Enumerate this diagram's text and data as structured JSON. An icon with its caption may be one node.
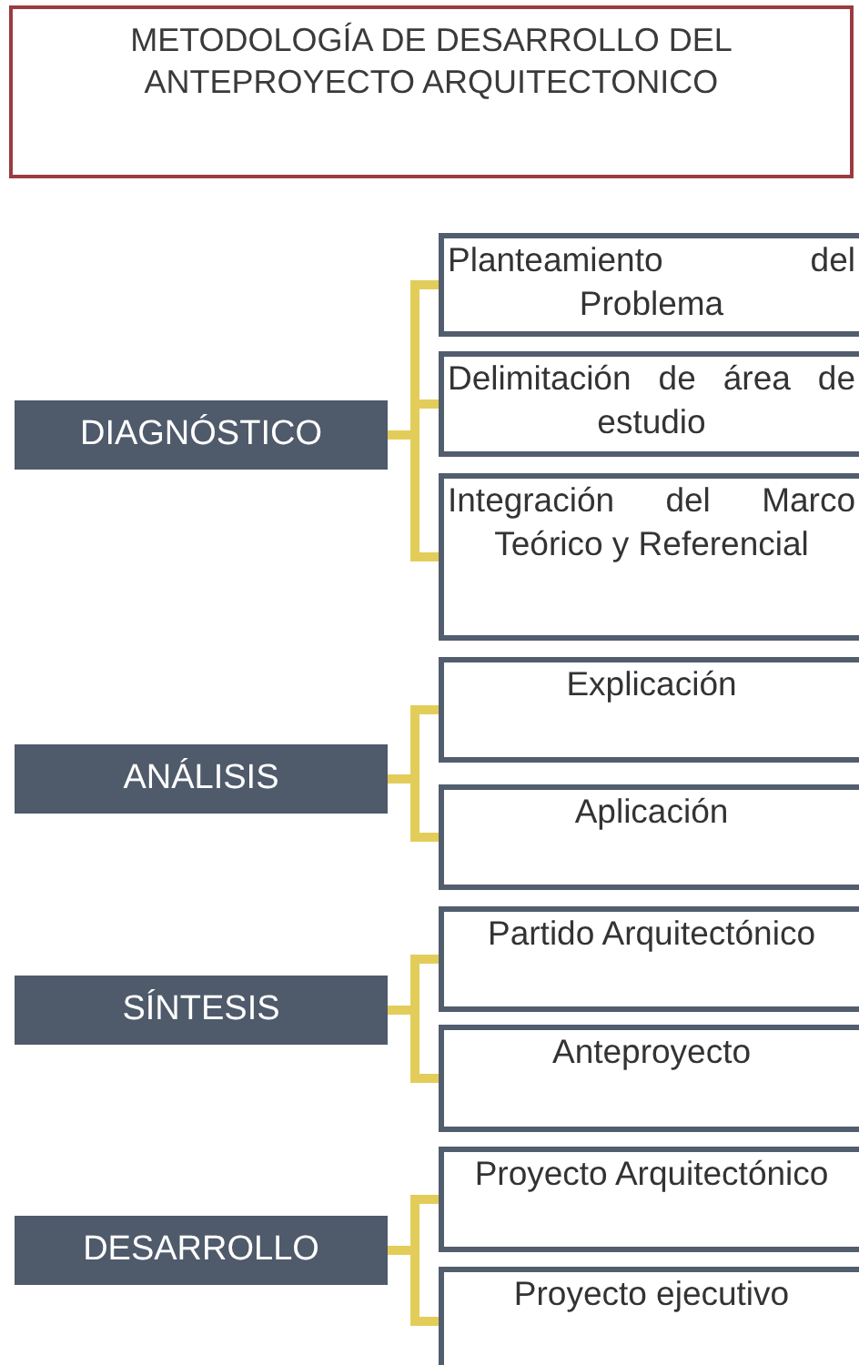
{
  "diagram": {
    "nodes": [
      {
        "text": [
          "METODOLOGÍA DE DESARROLLO DEL ANTEPROYECTO ARQUITECTONICO"
        ]
      },
      {
        "text": [
          "DIAGNÓSTICO"
        ]
      },
      {
        "text": [
          "Planteamiento del Problema"
        ]
      },
      {
        "text": [
          "Delimitación de área de estudio"
        ]
      },
      {
        "text": [
          "Integración del Marco Teórico y Referencial"
        ]
      },
      {
        "text": [
          "ANÁLISIS"
        ]
      },
      {
        "text": [
          "Explicación"
        ]
      },
      {
        "text": [
          "Aplicación"
        ]
      },
      {
        "text": [
          "SÍNTESIS"
        ]
      },
      {
        "text": [
          "Partido Arquitectónico"
        ]
      },
      {
        "text": [
          "Anteproyecto"
        ]
      },
      {
        "text": [
          "DESARROLLO"
        ]
      },
      {
        "text": [
          "Proyecto Arquitectónico"
        ]
      },
      {
        "text": [
          "Proyecto ejecutivo"
        ]
      }
    ],
    "edges": [
      {
        "from": 1,
        "to": 2,
        "arrow": "none"
      },
      {
        "from": 1,
        "to": 3,
        "arrow": "none"
      },
      {
        "from": 1,
        "to": 4,
        "arrow": "none"
      },
      {
        "from": 5,
        "to": 6,
        "arrow": "none"
      },
      {
        "from": 5,
        "to": 7,
        "arrow": "none"
      },
      {
        "from": 8,
        "to": 9,
        "arrow": "none"
      },
      {
        "from": 8,
        "to": 10,
        "arrow": "none"
      },
      {
        "from": 11,
        "to": 12,
        "arrow": "none"
      },
      {
        "from": 11,
        "to": 13,
        "arrow": "none"
      }
    ]
  }
}
